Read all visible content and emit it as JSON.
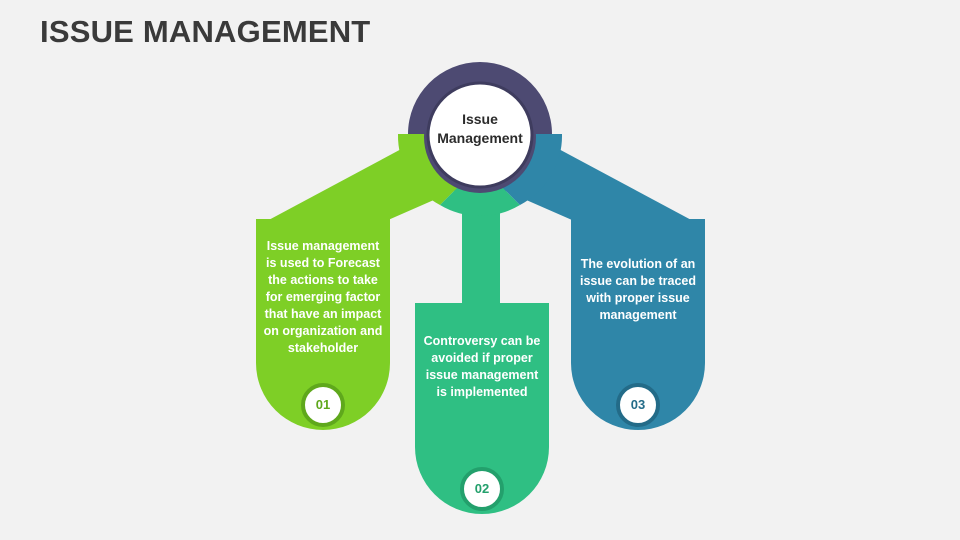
{
  "title": "ISSUE MANAGEMENT",
  "center": {
    "label_line1": "Issue",
    "label_line2": "Management"
  },
  "colors": {
    "green": "#7ecf26",
    "teal": "#2fbf83",
    "blue": "#2f86a8",
    "ring": "#4d4a72",
    "background": "#f2f2f2"
  },
  "items": [
    {
      "number": "01",
      "text": "Issue management is used to Forecast the actions to take for emerging factor that have an impact on organization and stakeholder",
      "color": "#7ecf26"
    },
    {
      "number": "02",
      "text": "Controversy can be avoided if proper issue management is implemented",
      "color": "#2fbf83"
    },
    {
      "number": "03",
      "text": "The evolution of an issue can be traced with proper issue management",
      "color": "#2f86a8"
    }
  ]
}
